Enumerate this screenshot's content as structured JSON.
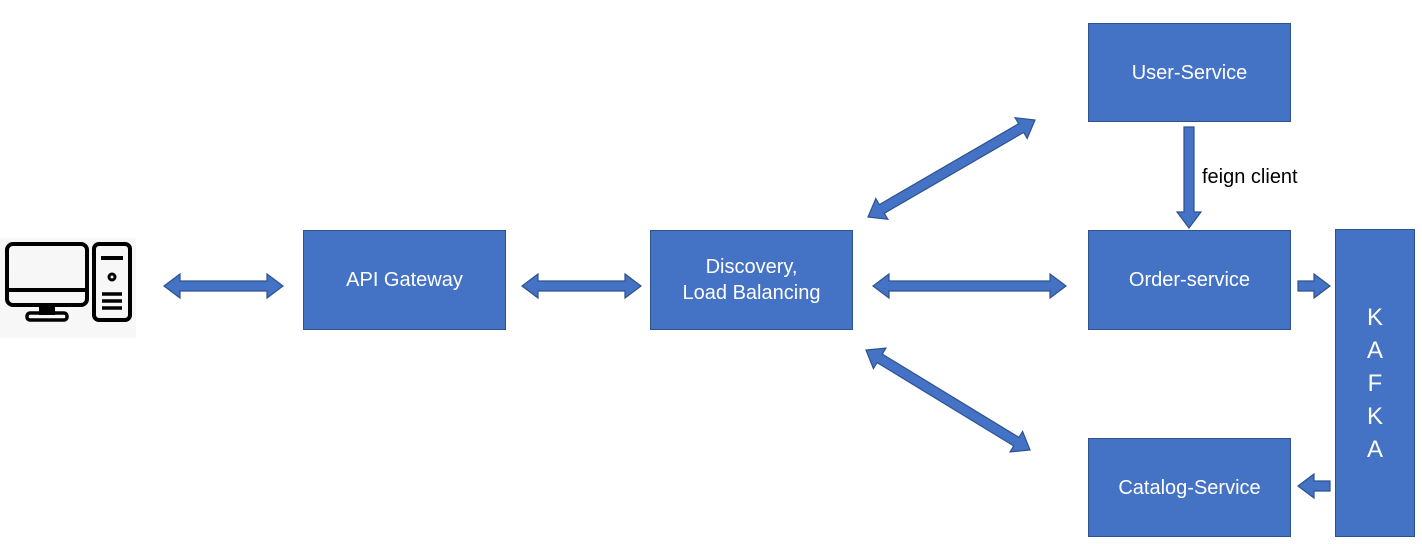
{
  "diagram": {
    "nodes": {
      "client": {
        "icon": "desktop-computer-icon"
      },
      "api_gateway": {
        "label": "API Gateway"
      },
      "discovery": {
        "line1": "Discovery,",
        "line2": "Load Balancing"
      },
      "user_service": {
        "label": "User-Service"
      },
      "order_service": {
        "label": "Order-service"
      },
      "catalog_service": {
        "label": "Catalog-Service"
      },
      "kafka": {
        "letters": [
          "K",
          "A",
          "F",
          "K",
          "A"
        ]
      }
    },
    "edges": [
      {
        "from": "client",
        "to": "api_gateway",
        "direction": "both"
      },
      {
        "from": "api_gateway",
        "to": "discovery",
        "direction": "both"
      },
      {
        "from": "discovery",
        "to": "user_service",
        "direction": "both"
      },
      {
        "from": "discovery",
        "to": "order_service",
        "direction": "both"
      },
      {
        "from": "discovery",
        "to": "catalog_service",
        "direction": "both"
      },
      {
        "from": "user_service",
        "to": "order_service",
        "direction": "forward",
        "label": "feign client"
      },
      {
        "from": "order_service",
        "to": "kafka",
        "direction": "forward"
      },
      {
        "from": "kafka",
        "to": "catalog_service",
        "direction": "forward"
      }
    ],
    "colors": {
      "box_fill": "#4472c4",
      "box_border": "#2f528f",
      "box_text": "#ffffff",
      "arrow_fill": "#4472c4",
      "arrow_border": "#2f528f"
    }
  }
}
